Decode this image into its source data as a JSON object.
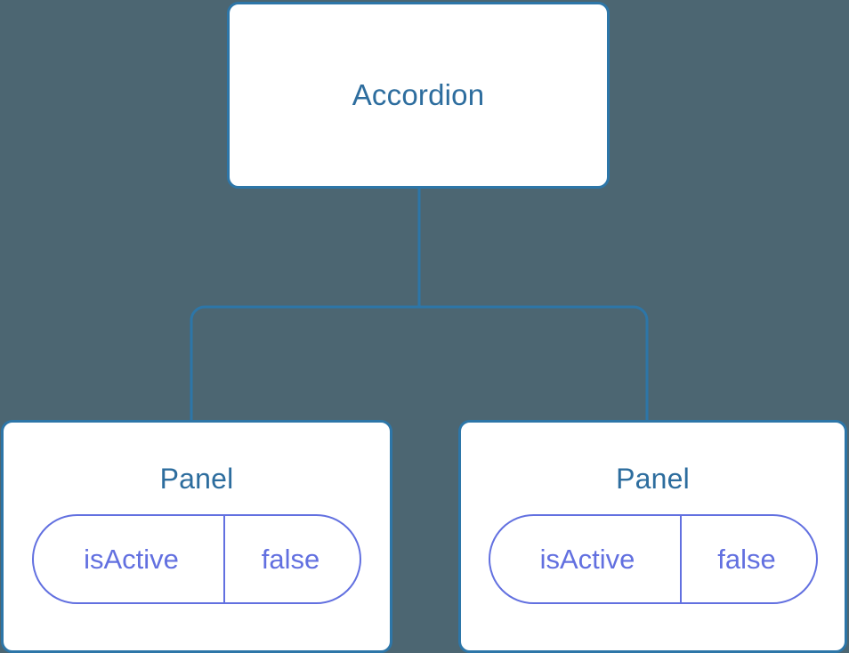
{
  "diagram": {
    "type": "component-tree",
    "background_color": "#4c6672",
    "node_border_color": "#2d76a8",
    "node_title_color": "#2d6d9e",
    "prop_accent_color": "#6270e0",
    "connector_color": "#2d76a8",
    "root": {
      "title": "Accordion"
    },
    "children": [
      {
        "title": "Panel",
        "prop": {
          "key": "isActive",
          "value": "false"
        }
      },
      {
        "title": "Panel",
        "prop": {
          "key": "isActive",
          "value": "false"
        }
      }
    ]
  }
}
